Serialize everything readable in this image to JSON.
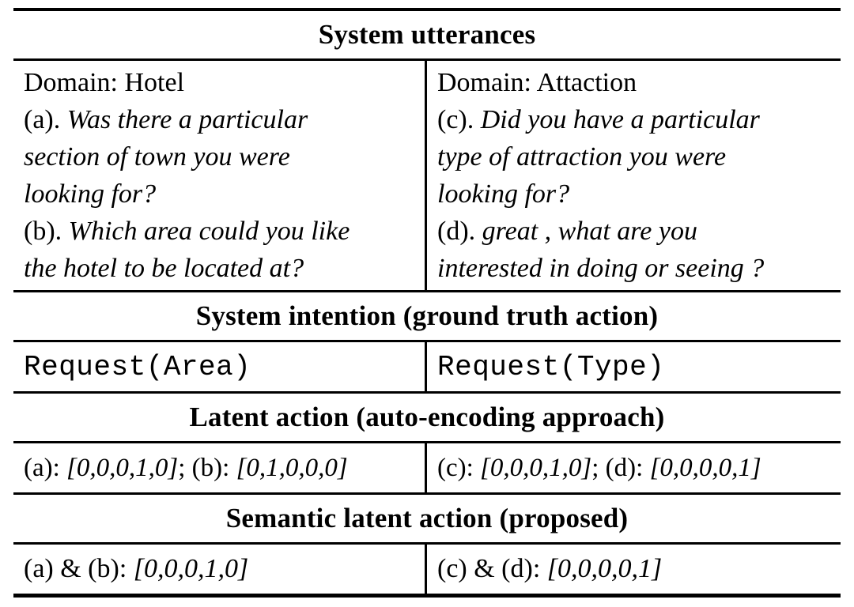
{
  "colors": {
    "background": "#ffffff",
    "text": "#000000",
    "rule": "#000000"
  },
  "table": {
    "section_headers": {
      "utterances": "System utterances",
      "intention": "System intention (ground truth action)",
      "latent": "Latent action (auto-encoding approach)",
      "semantic": "Semantic latent action (proposed)"
    },
    "utterances": {
      "left": {
        "lines": [
          {
            "pre": "Domain: Hotel",
            "it": ""
          },
          {
            "pre": "(a). ",
            "it": "Was there a particular"
          },
          {
            "pre": "",
            "it": "section of town you were"
          },
          {
            "pre": "",
            "it": "looking for?"
          },
          {
            "pre": "(b). ",
            "it": "Which area could you like"
          },
          {
            "pre": "",
            "it": "the hotel to be located at?"
          }
        ]
      },
      "right": {
        "lines": [
          {
            "pre": "Domain: Attaction",
            "it": ""
          },
          {
            "pre": "(c). ",
            "it": "Did you have a particular"
          },
          {
            "pre": "",
            "it": "type of attraction you were"
          },
          {
            "pre": "",
            "it": "looking for?"
          },
          {
            "pre": "(d). ",
            "it": "great , what are you"
          },
          {
            "pre": "",
            "it": "interested in doing or seeing ?"
          }
        ]
      }
    },
    "intention": {
      "left": "Request(Area)",
      "right": "Request(Type)"
    },
    "latent": {
      "left": {
        "l1": "(a): ",
        "v1": "[0,0,0,1,0]",
        "l2": "; (b): ",
        "v2": "[0,1,0,0,0]"
      },
      "right": {
        "l1": "(c): ",
        "v1": "[0,0,0,1,0]",
        "l2": "; (d): ",
        "v2": "[0,0,0,0,1]"
      }
    },
    "semantic": {
      "left": {
        "label": "(a) & (b): ",
        "vector": "[0,0,0,1,0]"
      },
      "right": {
        "label": "(c) & (d): ",
        "vector": "[0,0,0,0,1]"
      }
    }
  }
}
